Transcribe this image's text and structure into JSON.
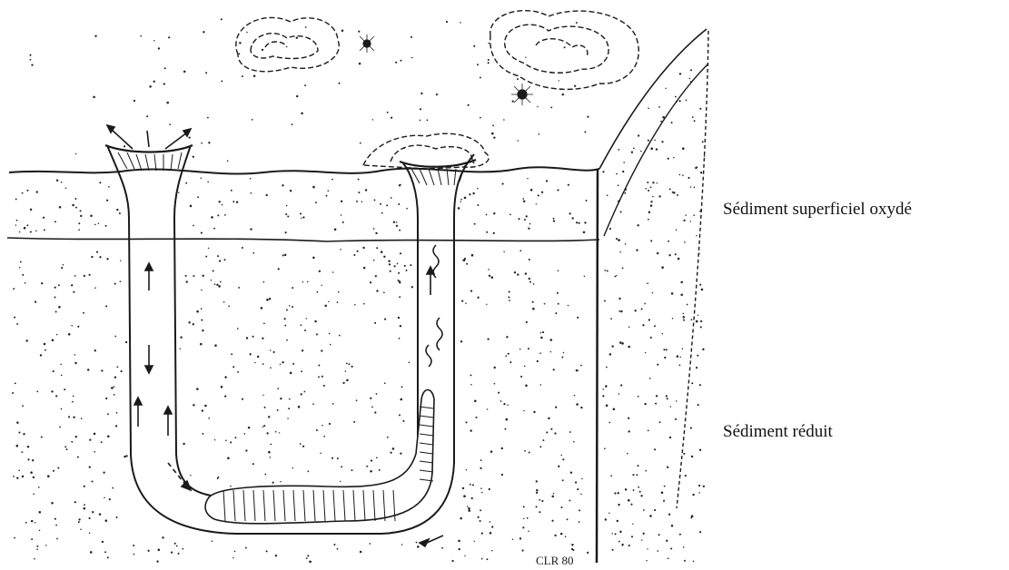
{
  "labels": {
    "oxidized_layer": "Sédiment superficiel oxydé",
    "reduced_layer": "Sédiment réduit",
    "signature": "CLR 80"
  },
  "colors": {
    "ink": "#1a1a1a",
    "paper": "#ffffff"
  }
}
